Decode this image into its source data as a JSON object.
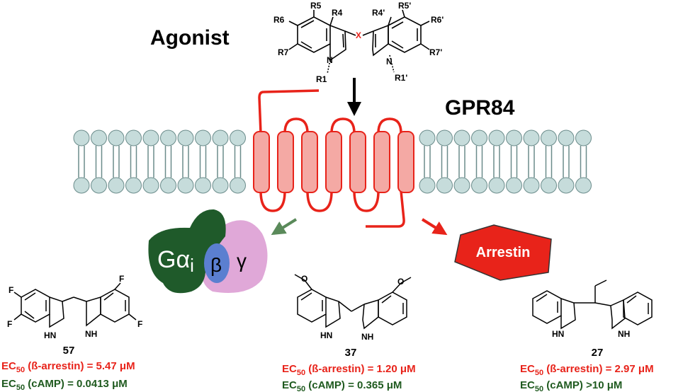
{
  "agonist_label": "Agonist",
  "receptor_label": "GPR84",
  "scaffold": {
    "linker_atom": "X",
    "left_substituents": [
      "R5",
      "R4",
      "R6",
      "R7",
      "R1"
    ],
    "right_substituents": [
      "R4'",
      "R5'",
      "R6'",
      "R7'",
      "R1'"
    ]
  },
  "g_protein": {
    "alpha": "Gα",
    "alpha_sub": "i",
    "beta": "β",
    "gamma": "γ"
  },
  "arrestin_label": "Arrestin",
  "colors": {
    "membrane": "#c6dcdb",
    "receptor": "#e8231a",
    "arrestin": "#e8231a",
    "gi_arrow": "#5a8a5a",
    "alpha": "#1f5a2a",
    "beta": "#5b7fd0",
    "gamma": "#e0a8d8",
    "cAMP_text": "#1f5a1f"
  },
  "compounds": [
    {
      "number": "57",
      "ec_arrestin_prefix": "EC",
      "ec_sub": "50",
      "arrestin_text": " (ß-arrestin) = 5.47 μM",
      "camp_text": " (cAMP) = 0.0413 μM",
      "substituents": [
        "F",
        "F",
        "F",
        "F"
      ]
    },
    {
      "number": "37",
      "ec_arrestin_prefix": "EC",
      "ec_sub": "50",
      "arrestin_text": " (ß-arrestin) = 1.20 μM",
      "camp_text": " (cAMP) = 0.365 μM",
      "substituents": [
        "O",
        "O"
      ]
    },
    {
      "number": "27",
      "ec_arrestin_prefix": "EC",
      "ec_sub": "50",
      "arrestin_text": " (ß-arrestin) = 2.97 μM",
      "camp_text": " (cAMP) >10 μM",
      "substituents": []
    }
  ],
  "hn_label": "HN",
  "nh_label": "NH",
  "n_label": "N"
}
